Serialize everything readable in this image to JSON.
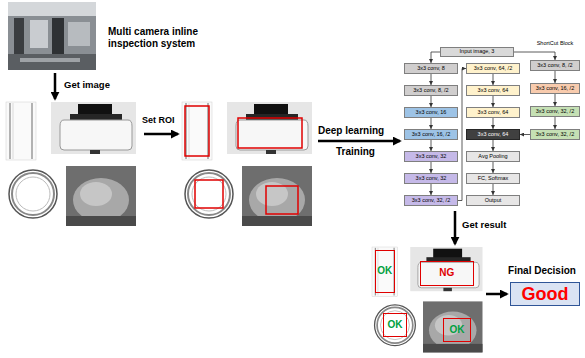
{
  "diagram": {
    "nodes": [
      {
        "text": [
          "Input image, 3"
        ]
      },
      {
        "text": [
          "3x3 conv, 8"
        ]
      },
      {
        "text": [
          "3x3 conv, 8, /2"
        ]
      },
      {
        "text": [
          "3x3 conv, 16"
        ]
      },
      {
        "text": [
          "3x3 conv, 16, /2"
        ]
      },
      {
        "text": [
          "3x3 conv, 32"
        ]
      },
      {
        "text": [
          "3x3 conv, 32"
        ]
      },
      {
        "text": [
          "3x3 conv, 32, /2"
        ]
      },
      {
        "text": [
          "3x3 conv, 64, /2"
        ]
      },
      {
        "text": [
          "3x3 conv, 64"
        ]
      },
      {
        "text": [
          "3x3 conv, 64"
        ]
      },
      {
        "text": [
          "3x3 conv, 64"
        ]
      },
      {
        "text": [
          "Avg Pooling"
        ]
      },
      {
        "text": [
          "FC, Softmax"
        ]
      },
      {
        "text": [
          "Output"
        ]
      },
      {
        "text": [
          "3x3 conv, 8, /2"
        ]
      },
      {
        "text": [
          "3x3 conv, 16, /2"
        ]
      },
      {
        "text": [
          "3x3 conv, 32, /2"
        ]
      },
      {
        "text": [
          "3x3 conv, 32, /2"
        ]
      },
      {
        "text": [
          "OK"
        ]
      },
      {
        "text": [
          "NG"
        ]
      },
      {
        "text": [
          "OK"
        ]
      },
      {
        "text": [
          "OK"
        ]
      },
      {
        "text": [
          "Good"
        ]
      }
    ],
    "edges": [
      {
        "from": 0,
        "to": 1,
        "arrow": "to"
      },
      {
        "from": 1,
        "to": 2,
        "arrow": "to"
      },
      {
        "from": 2,
        "to": 3,
        "arrow": "to"
      },
      {
        "from": 3,
        "to": 4,
        "arrow": "to"
      },
      {
        "from": 4,
        "to": 5,
        "arrow": "to"
      },
      {
        "from": 5,
        "to": 6,
        "arrow": "to"
      },
      {
        "from": 6,
        "to": 7,
        "arrow": "to"
      },
      {
        "from": 7,
        "to": 8,
        "arrow": "to"
      },
      {
        "from": 8,
        "to": 9,
        "arrow": "to"
      },
      {
        "from": 9,
        "to": 10,
        "arrow": "to"
      },
      {
        "from": 10,
        "to": 11,
        "arrow": "to"
      },
      {
        "from": 11,
        "to": 12,
        "arrow": "to"
      },
      {
        "from": 12,
        "to": 13,
        "arrow": "to"
      },
      {
        "from": 13,
        "to": 14,
        "arrow": "to"
      },
      {
        "from": 0,
        "to": 15,
        "arrow": "to"
      },
      {
        "from": 15,
        "to": 16,
        "arrow": "to"
      },
      {
        "from": 16,
        "to": 17,
        "arrow": "to"
      },
      {
        "from": 17,
        "to": 18,
        "arrow": "to"
      },
      {
        "from": 18,
        "to": 11,
        "arrow": "to"
      }
    ],
    "labels": [
      "Multi camera inline inspection system",
      "Get image",
      "Set ROI",
      "Deep learning",
      "Training",
      "ShortCut Block",
      "Get result",
      "Final Decision"
    ]
  }
}
